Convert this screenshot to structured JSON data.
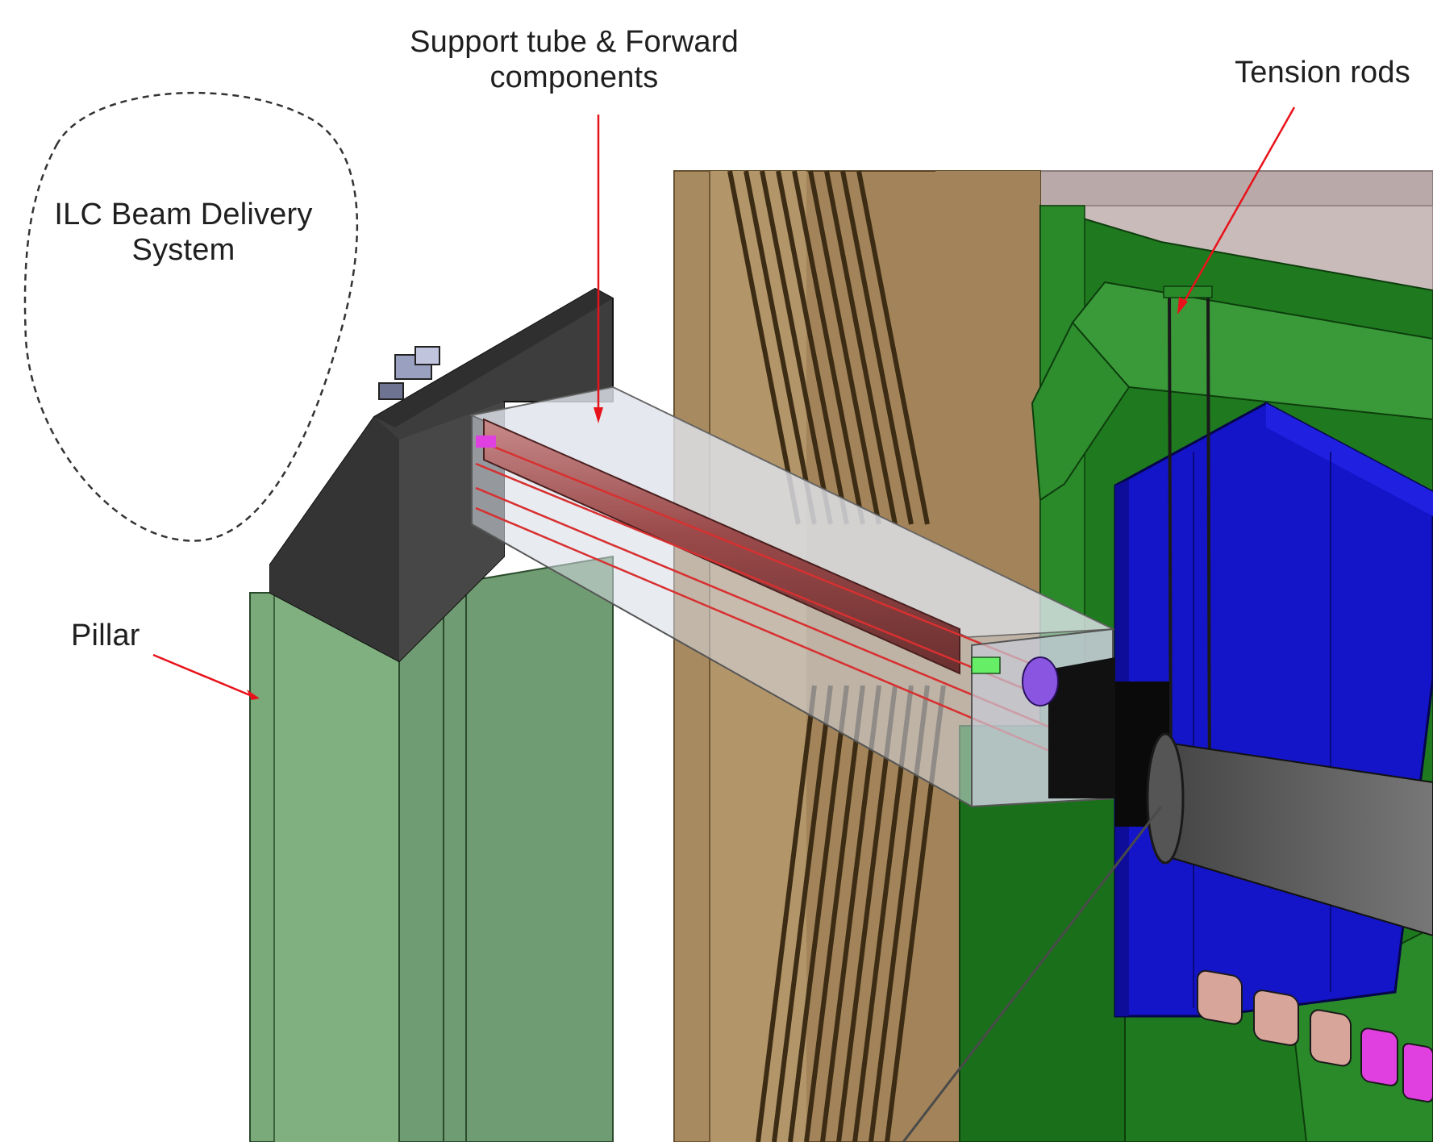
{
  "labels": {
    "support_tube": [
      "Support tube & Forward",
      "components"
    ],
    "tension_rods": "Tension rods",
    "ilc_bds": [
      "ILC Beam Delivery",
      "System"
    ],
    "pillar": "Pillar"
  },
  "colors": {
    "arrow": "#e8121a",
    "pillar_green": "#7aa97a",
    "pillar_dark": "#5f8c62",
    "yoke_dark": "#3d3d3d",
    "tan": "#a3845a",
    "tan_light": "#c4a777",
    "green": "#1f7a1f",
    "blue": "#1414c8",
    "magenta": "#e040e0",
    "grey": "#b7a8a8"
  },
  "icons": [
    "arrow-icon",
    "cryostat-icon",
    "dashed-cloud-icon"
  ]
}
